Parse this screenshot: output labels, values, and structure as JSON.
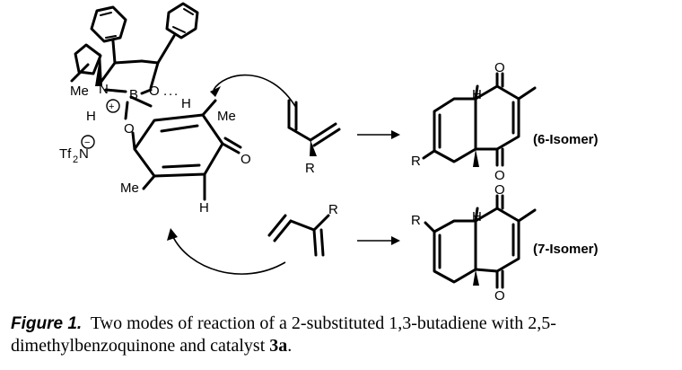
{
  "scheme": {
    "catalyst": {
      "me_n": "Me",
      "n": "N",
      "h_left": "H",
      "plus": "+",
      "b": "B",
      "o_right": "O",
      "dots": ".",
      "h_bond": "H",
      "o_lower": "O",
      "counterion": "Tf",
      "counterion_sub": "2",
      "counterion_n": "N",
      "minus": "−"
    },
    "quinone": {
      "me_top": "Me",
      "me_bottom": "Me",
      "o_right": "O",
      "h_bottom": "H"
    },
    "diene_top": {
      "r": "R"
    },
    "diene_bottom": {
      "r": "R"
    },
    "product_top": {
      "h": "H",
      "o_top": "O",
      "o_bottom": "O",
      "r": "R",
      "label": "(6-Isomer)"
    },
    "product_bottom": {
      "h": "H",
      "o_top": "O",
      "o_bottom": "O",
      "r": "R",
      "label": "(7-Isomer)"
    }
  },
  "caption": {
    "label": "Figure 1.",
    "text": "Two modes of reaction of a 2-substituted 1,3-butadiene with 2,5-dimethylbenzoquinone and catalyst",
    "compound": "3a",
    "end": "."
  }
}
